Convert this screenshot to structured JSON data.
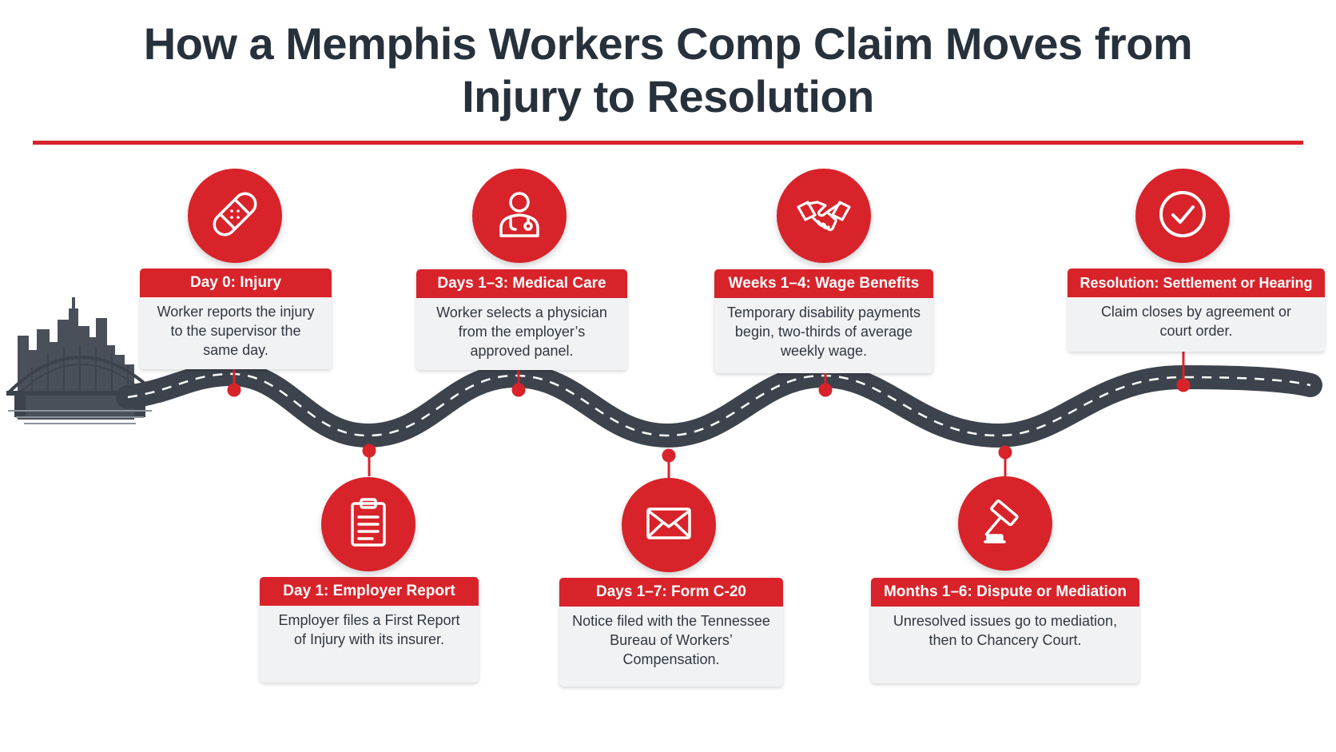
{
  "title": {
    "line1": "How a Memphis Workers Comp Claim Moves from",
    "line2": "Injury to Resolution"
  },
  "colors": {
    "accent": "#d8232a",
    "road": "#3d434c",
    "card_bg": "#f1f2f4",
    "title_text": "#27313b"
  },
  "stages": [
    {
      "icon": "bandage-icon",
      "heading": "Day 0: Injury",
      "text": "Worker reports the injury to the supervisor the same day."
    },
    {
      "icon": "clipboard-icon",
      "heading": "Day 1: Employer Report",
      "text": "Employer files a First Report of Injury with its insurer."
    },
    {
      "icon": "doctor-icon",
      "heading": "Days 1–3: Medical Care",
      "text": "Worker selects a physician from the employer’s approved panel."
    },
    {
      "icon": "envelope-icon",
      "heading": "Days 1–7: Form C-20",
      "text": "Notice filed with the Tennessee Bureau of Workers’ Compensation."
    },
    {
      "icon": "handshake-icon",
      "heading": "Weeks 1–4: Wage  Benefits",
      "text": "Temporary disability payments begin, two-thirds of average weekly wage."
    },
    {
      "icon": "gavel-icon",
      "heading": "Months 1–6: Dispute or Mediation",
      "text": "Unresolved issues go to mediation, then to Chancery Court."
    },
    {
      "icon": "checkmark-icon",
      "heading": "Resolution: Settlement or Hearing",
      "text": "Claim closes by agreement or court order."
    }
  ]
}
